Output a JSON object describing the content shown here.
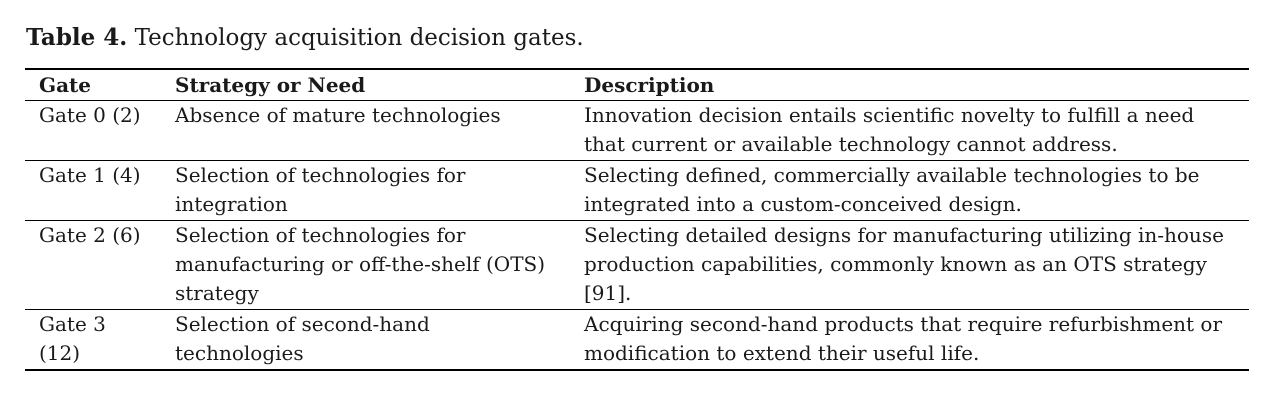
{
  "caption": {
    "label": "Table 4.",
    "text": "Technology acquisition decision gates."
  },
  "table": {
    "headers": [
      "Gate",
      "Strategy or Need",
      "Description"
    ],
    "rows": [
      {
        "gate": "Gate 0 (2)",
        "strategy": "Absence of mature technologies",
        "description": "Innovation decision entails scientific novelty to fulfill a need that current or available technology cannot address."
      },
      {
        "gate": "Gate 1 (4)",
        "strategy": "Selection of technologies for integration",
        "description": "Selecting defined, commercially available technologies to be integrated into a custom-conceived design."
      },
      {
        "gate": "Gate 2 (6)",
        "strategy": "Selection of technologies for manufacturing or off-the-shelf (OTS) strategy",
        "description": "Selecting detailed designs for manufacturing utilizing in-house production capabilities, commonly known as an OTS strategy [91]."
      },
      {
        "gate": "Gate 3 (12)",
        "strategy": "Selection of second-hand technologies",
        "description": "Acquiring second-hand products that require refurbishment or modification to extend their useful life."
      }
    ]
  }
}
